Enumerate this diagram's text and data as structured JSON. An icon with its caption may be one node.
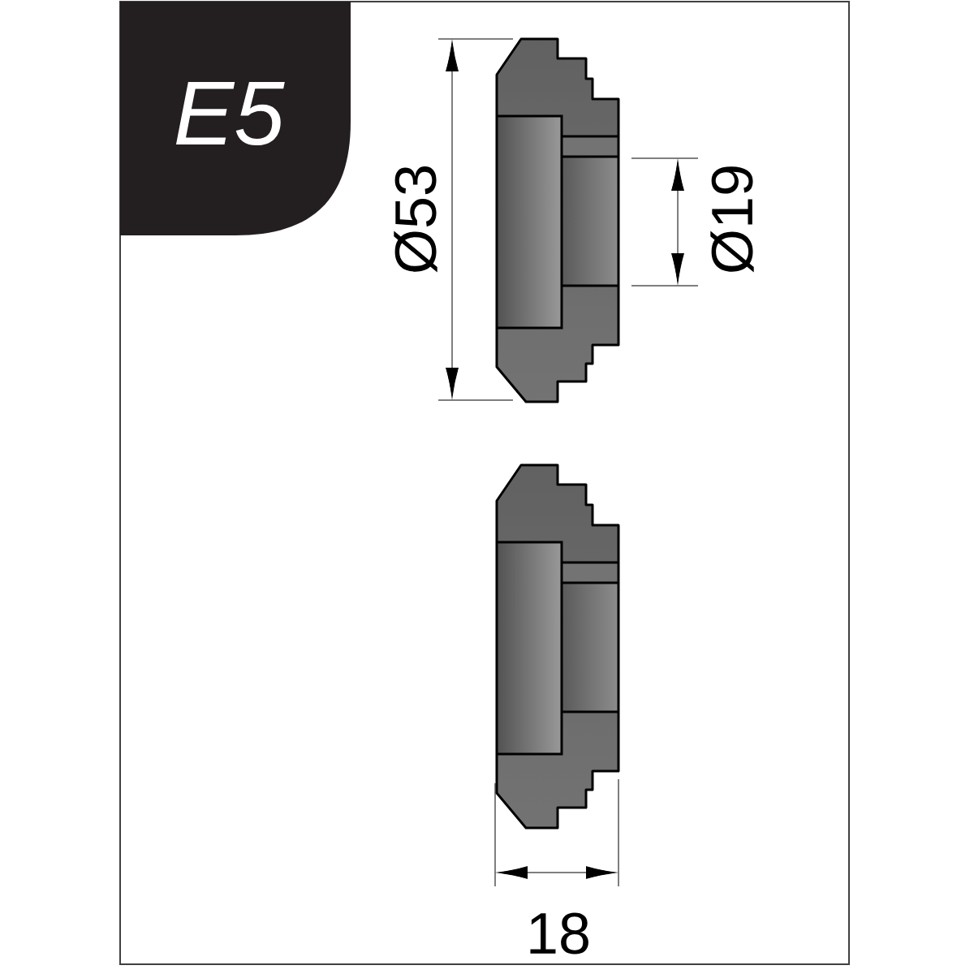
{
  "diagram": {
    "title": "E5",
    "labels": [
      "Ø53",
      "Ø19",
      "18"
    ]
  }
}
